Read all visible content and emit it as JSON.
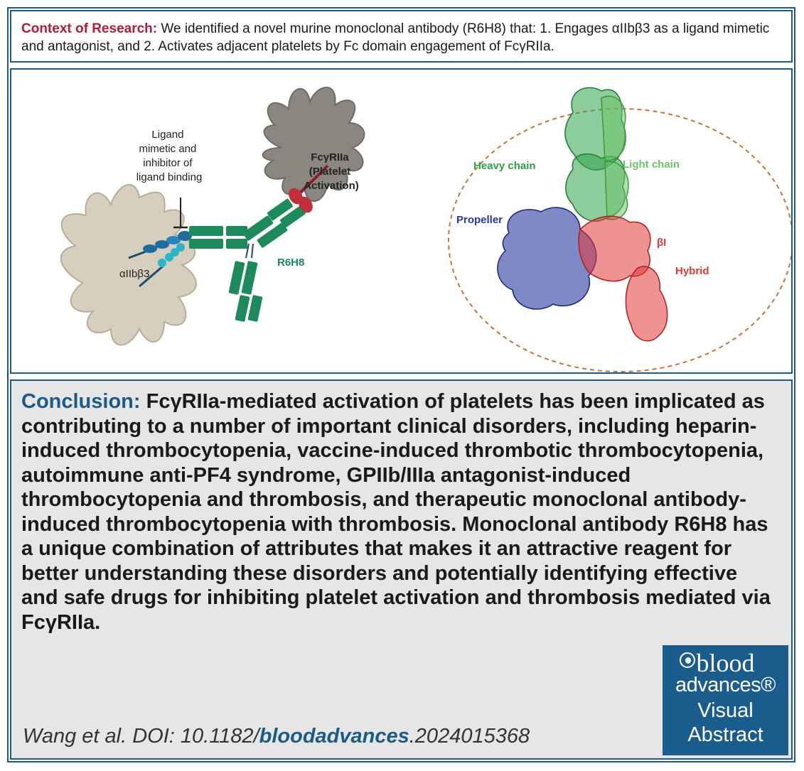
{
  "context": {
    "label": "Context of Research:",
    "text": " We identified a novel murine monoclonal antibody (R6H8) that: 1. Engages αIIbβ3 as a ligand mimetic and antagonist, and 2. Activates adjacent platelets by Fc domain engagement of FcγRIIa."
  },
  "diagram": {
    "ligand_lines": [
      "Ligand",
      "mimetic and",
      "inhibitor of",
      "ligand binding"
    ],
    "integrin_label": "αIIbβ3",
    "fc_lines": [
      "FcγRIIa",
      "(Platelet",
      "Activation)"
    ],
    "antibody_label": "R6H8",
    "structure_labels": {
      "heavy": "Heavy chain",
      "light": "Light chain",
      "propeller": "Propeller",
      "beta_i": "βI",
      "hybrid": "Hybrid"
    },
    "colors": {
      "platelet": "#d7cfbe",
      "platelet_gray": "#8a8680",
      "antibody": "#1d8a5b",
      "receptor": "#c0303a",
      "integrin": "#1d6c9c",
      "propeller": "#2a3aa0",
      "heavy": "#2fa24a",
      "light": "#6cc56b",
      "beta": "#e03838",
      "dashed_circle": "#c8743a"
    }
  },
  "conclusion": {
    "label": "Conclusion:",
    "text": " FcγRIIa-mediated activation of platelets has been implicated as contributing to a number of important clinical disorders, including heparin-induced thrombocytopenia, vaccine-induced thrombotic thrombocytopenia, autoimmune anti-PF4 syndrome, GPIIb/IIIa antagonist-induced thrombocytopenia and thrombosis, and therapeutic monoclonal antibody-induced thrombocytopenia with thrombosis. Monoclonal antibody R6H8 has a unique combination of attributes that makes it an attractive reagent for better understanding these disorders and potentially identifying effective and safe drugs for inhibiting platelet activation and thrombosis mediated via FcγRIIa."
  },
  "citation": {
    "prefix": "Wang et al. DOI: 10.1182/",
    "journal": "bloodadvances",
    "suffix": ".2024015368"
  },
  "logo": {
    "line1": "blood",
    "line2": "advances®",
    "line3": "Visual",
    "line4": "Abstract"
  }
}
